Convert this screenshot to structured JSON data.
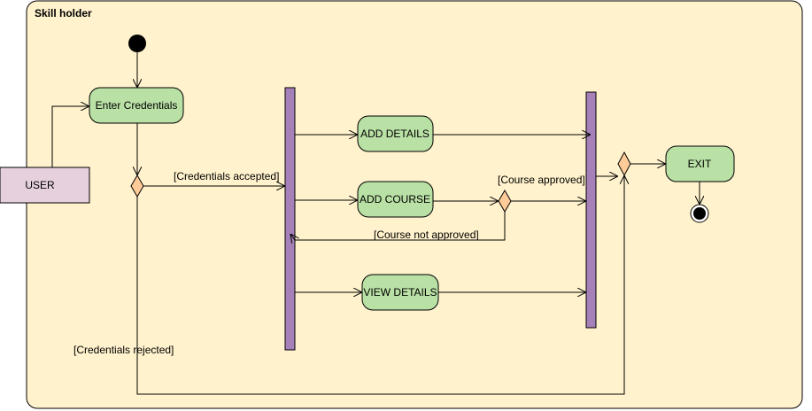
{
  "swimlane": {
    "title": "Skill holder",
    "fill": "#fff2cc"
  },
  "actor": {
    "label": "USER",
    "fill": "#e6d0de"
  },
  "actions": {
    "enter_credentials": "Enter Credentials",
    "add_details": "ADD DETAILS",
    "add_course": "ADD COURSE",
    "view_details": "VIEW DETAILS",
    "exit": "EXIT"
  },
  "guards": {
    "credentials_accepted": "[Credentials accepted]",
    "credentials_rejected": "[Credentials rejected]",
    "course_approved": "[Course approved]",
    "course_not_approved": "[Course not approved]"
  },
  "colors": {
    "action_fill": "#b9e0a5",
    "decision_fill": "#ffcc99",
    "bar_fill": "#a680b8",
    "node": "#000000"
  }
}
